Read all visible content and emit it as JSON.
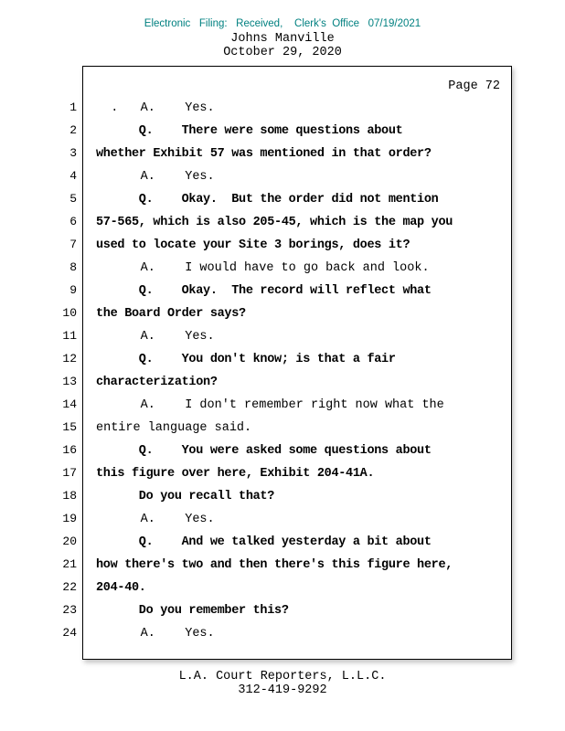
{
  "colors": {
    "stamp": "#008080"
  },
  "header": {
    "filing_stamp": "Electronic   Filing:   Received,    Clerk's  Office   07/19/2021",
    "title": "Johns Manville",
    "date": "October 29, 2020"
  },
  "page": {
    "page_label": "Page 72",
    "lines": [
      {
        "n": "1",
        "bold": false,
        "text": "  .   A.    Yes."
      },
      {
        "n": "2",
        "bold": true,
        "text": "      Q.    There were some questions about"
      },
      {
        "n": "3",
        "bold": true,
        "text": "whether Exhibit 57 was mentioned in that order?"
      },
      {
        "n": "4",
        "bold": false,
        "text": "      A.    Yes."
      },
      {
        "n": "5",
        "bold": true,
        "text": "      Q.    Okay.  But the order did not mention"
      },
      {
        "n": "6",
        "bold": true,
        "text": "57-565, which is also 205-45, which is the map you"
      },
      {
        "n": "7",
        "bold": true,
        "text": "used to locate your Site 3 borings, does it?"
      },
      {
        "n": "8",
        "bold": false,
        "text": "      A.    I would have to go back and look."
      },
      {
        "n": "9",
        "bold": true,
        "text": "      Q.    Okay.  The record will reflect what"
      },
      {
        "n": "10",
        "bold": true,
        "text": "the Board Order says?"
      },
      {
        "n": "11",
        "bold": false,
        "text": "      A.    Yes."
      },
      {
        "n": "12",
        "bold": true,
        "text": "      Q.    You don't know; is that a fair"
      },
      {
        "n": "13",
        "bold": true,
        "text": "characterization?"
      },
      {
        "n": "14",
        "bold": false,
        "text": "      A.    I don't remember right now what the"
      },
      {
        "n": "15",
        "bold": false,
        "text": "entire language said."
      },
      {
        "n": "16",
        "bold": true,
        "text": "      Q.    You were asked some questions about"
      },
      {
        "n": "17",
        "bold": true,
        "text": "this figure over here, Exhibit 204-41A."
      },
      {
        "n": "18",
        "bold": true,
        "text": "      Do you recall that?"
      },
      {
        "n": "19",
        "bold": false,
        "text": "      A.    Yes."
      },
      {
        "n": "20",
        "bold": true,
        "text": "      Q.    And we talked yesterday a bit about"
      },
      {
        "n": "21",
        "bold": true,
        "text": "how there's two and then there's this figure here,"
      },
      {
        "n": "22",
        "bold": true,
        "text": "204-40."
      },
      {
        "n": "23",
        "bold": true,
        "text": "      Do you remember this?"
      },
      {
        "n": "24",
        "bold": false,
        "text": "      A.    Yes."
      }
    ]
  },
  "footer": {
    "company": "L.A. Court Reporters, L.L.C.",
    "phone": "312-419-9292"
  }
}
